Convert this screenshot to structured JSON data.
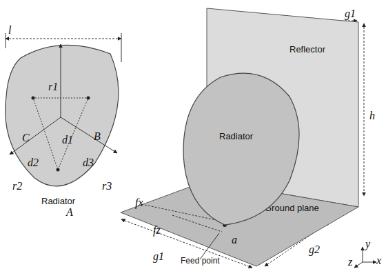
{
  "diagram": {
    "nodes": [
      {
        "text": [
          "Radiator"
        ]
      },
      {
        "text": [
          "Reflector"
        ]
      },
      {
        "text": [
          "Ground plane"
        ]
      },
      {
        "text": [
          "Radiator"
        ]
      }
    ],
    "labels": [
      "l",
      "r1",
      "d1",
      "C",
      "B",
      "d2",
      "d3",
      "r2",
      "r3",
      "A",
      "g1",
      "h",
      "fx",
      "fz",
      "a",
      "g1",
      "g2",
      "Feed point",
      "y",
      "x",
      "z"
    ]
  }
}
